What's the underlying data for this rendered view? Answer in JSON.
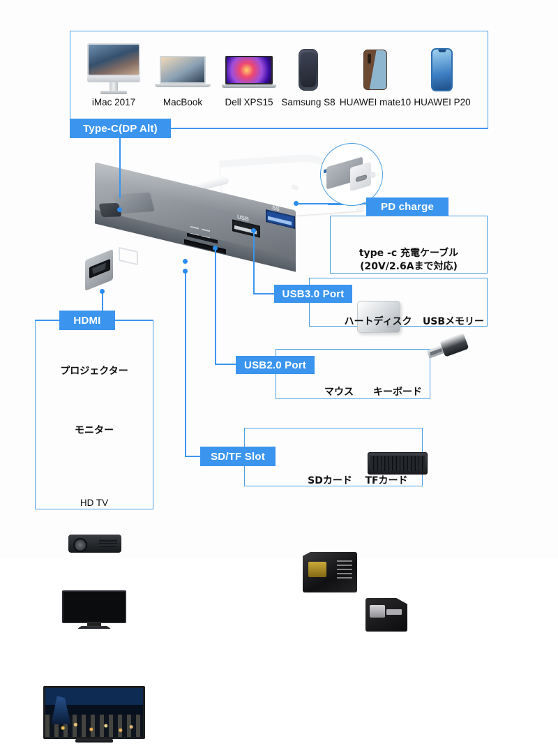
{
  "product": {
    "name": "USB-C multiport hub",
    "hub_port_labels": {
      "usb2": "USB",
      "usb3": "SS"
    }
  },
  "theme": {
    "accent_blue": "#3b95ef",
    "border_blue": "#4d9fe0",
    "background": "#fdfdfd",
    "text": "#111111"
  },
  "tags": {
    "type_c": "Type-C(DP Alt)",
    "pd_charge": "PD charge",
    "usb3": "USB3.0 Port",
    "usb2": "USB2.0 Port",
    "sd_tf": "SD/TF Slot",
    "hdmi": "HDMI"
  },
  "compat": {
    "devices": [
      {
        "label": "iMac 2017",
        "icon": "imac-icon"
      },
      {
        "label": "MacBook",
        "icon": "macbook-icon"
      },
      {
        "label": "Dell XPS15",
        "icon": "laptop-icon"
      },
      {
        "label": "Samsung S8",
        "icon": "smartphone-icon"
      },
      {
        "label": "HUAWEI mate10",
        "icon": "smartphone-icon"
      },
      {
        "label": "HUAWEI P20",
        "icon": "smartphone-icon"
      }
    ]
  },
  "pd": {
    "title_line1": "type -c 充電ケーブル",
    "title_line2": "(20V/2.6Aまで対応)",
    "icon": "usb-c-cable-icon"
  },
  "usb3_items": [
    {
      "label": "ハートディスク",
      "icon": "hard-disk-icon"
    },
    {
      "label": "USBメモリー",
      "icon": "usb-flash-drive-icon"
    }
  ],
  "usb2_items": [
    {
      "label": "マウス",
      "icon": "mouse-icon"
    },
    {
      "label": "キーボード",
      "icon": "keyboard-icon"
    }
  ],
  "sdtf_items": [
    {
      "label": "SDカード",
      "icon": "sd-card-icon"
    },
    {
      "label": "TFカード",
      "icon": "microsd-card-icon"
    }
  ],
  "hdmi_items": [
    {
      "label": "プロジェクター",
      "icon": "projector-icon"
    },
    {
      "label": "モニター",
      "icon": "monitor-icon"
    },
    {
      "label": "HD TV",
      "icon": "tv-icon"
    }
  ]
}
